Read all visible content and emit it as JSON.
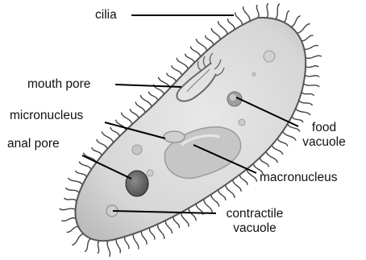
{
  "labels": {
    "cilia": "cilia",
    "mouth_pore": "mouth pore",
    "micronucleus": "micronucleus",
    "anal_pore": "anal pore",
    "food_vacuole_line1": "food",
    "food_vacuole_line2": "vacuole",
    "macronucleus": "macronucleus",
    "contractile_vacuole_line1": "contractile",
    "contractile_vacuole_line2": "vacuole"
  },
  "colors": {
    "cytoplasm": "#dcdcdc",
    "membrane": "#555555",
    "cilia": "#444444",
    "nucleus": "#c4c4c4",
    "anal_pore": "#2f2f2f",
    "leader_line": "#000000"
  }
}
